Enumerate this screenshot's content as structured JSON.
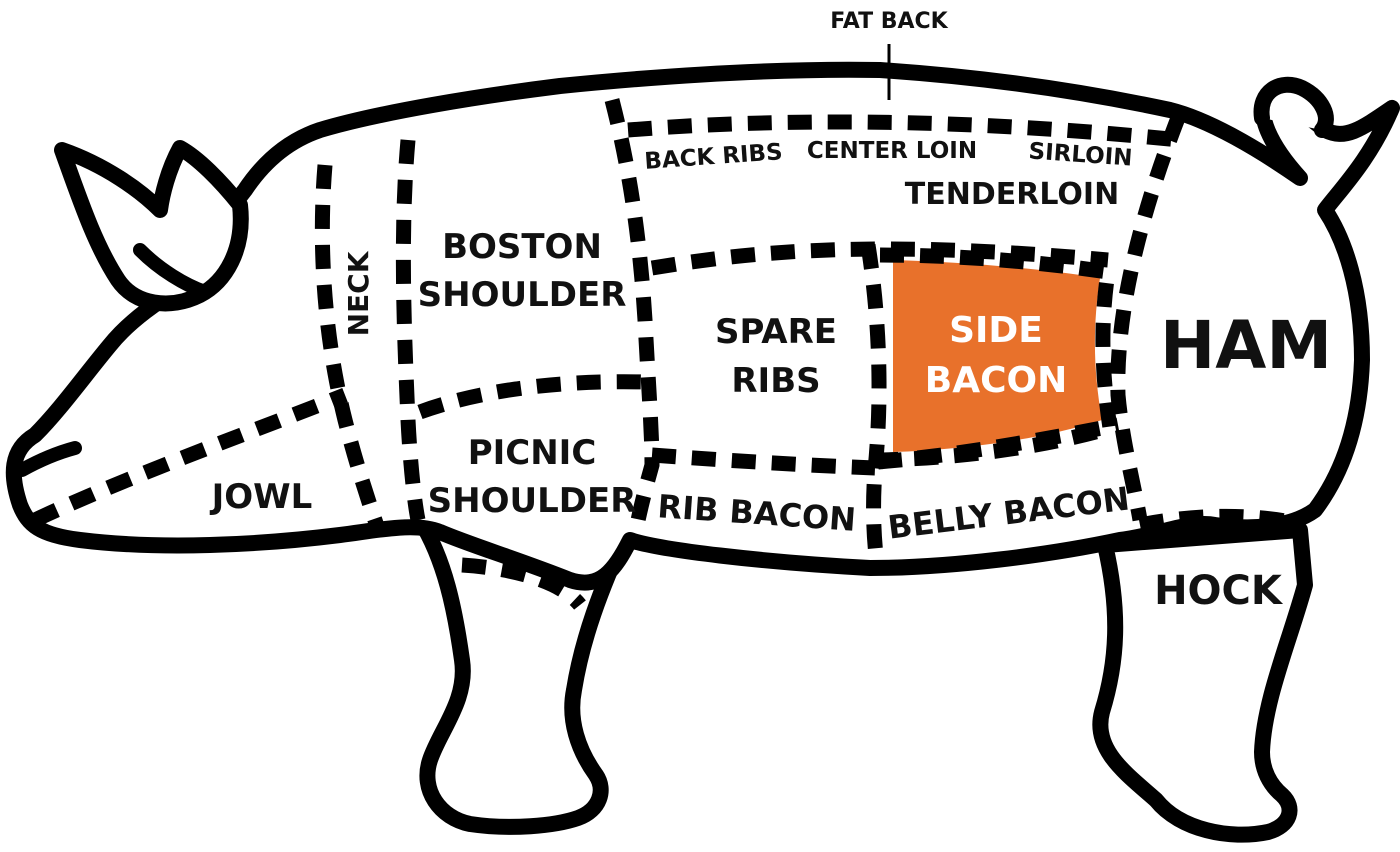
{
  "diagram": {
    "highlight_color": "#E8712B",
    "outline_color": "#000000",
    "labels": {
      "fat_back": "FAT BACK",
      "back_ribs": "BACK RIBS",
      "center_loin": "CENTER LOIN",
      "sirloin": "SIRLOIN",
      "tenderloin": "TENDERLOIN",
      "neck": "NECK",
      "boston_shoulder_1": "BOSTON",
      "boston_shoulder_2": "SHOULDER",
      "spare_ribs_1": "SPARE",
      "spare_ribs_2": "RIBS",
      "side_bacon_1": "SIDE",
      "side_bacon_2": "BACON",
      "ham": "HAM",
      "picnic_shoulder_1": "PICNIC",
      "picnic_shoulder_2": "SHOULDER",
      "jowl": "JOWL",
      "rib_bacon": "RIB BACON",
      "belly_bacon": "BELLY BACON",
      "hock": "HOCK"
    }
  }
}
